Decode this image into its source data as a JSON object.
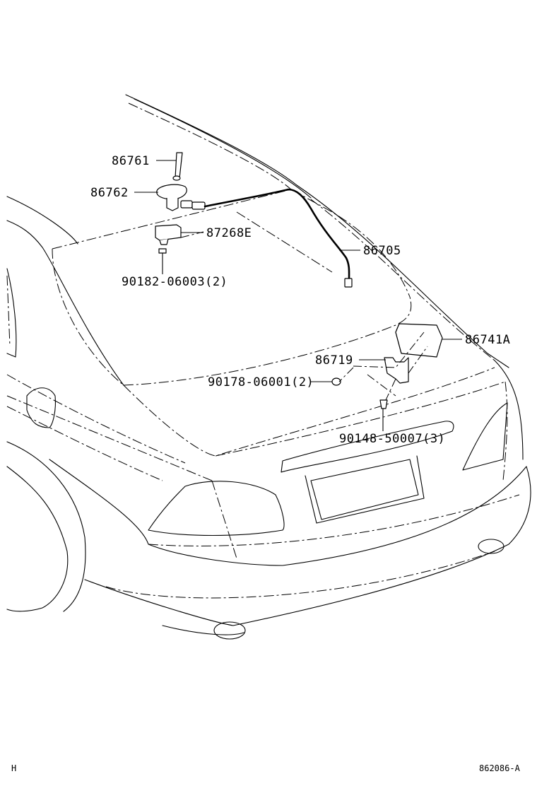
{
  "parts": {
    "p86761": "86761",
    "p86762": "86762",
    "p87268E": "87268E",
    "p90182": "90182-06003(2)",
    "p86705": "86705",
    "p86741A": "86741A",
    "p86719": "86719",
    "p90178": "90178-06001(2)",
    "p90148": "90148-50007(3)"
  },
  "corner": {
    "left": "H",
    "right": "862086-A"
  }
}
